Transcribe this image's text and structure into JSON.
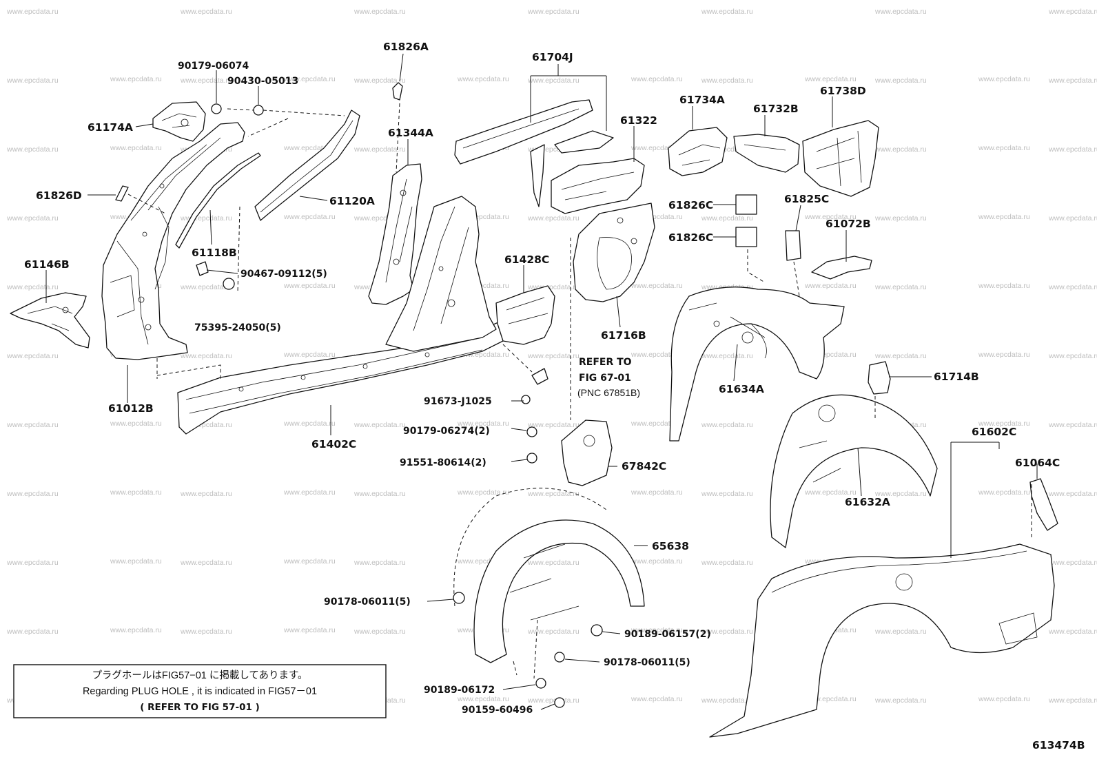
{
  "watermark": "www.epcdata.ru",
  "diagram_code": "613474B",
  "note": {
    "line1": "プラグホールはFIG57−01 に掲載してあります。",
    "line2": "Regarding  PLUG  HOLE  ,  it  is  indicated  in  FIG57－01",
    "line3": "(   REFER  TO  FIG  57-01  )"
  },
  "refer": {
    "line1": "REFER  TO",
    "line2": "FIG  67-01",
    "line3": "(PNC 67851B)"
  },
  "labels": [
    "90179-06074",
    "90430-05013",
    "61174A",
    "61826D",
    "61146B",
    "61118B",
    "61120A",
    "90467-09112(5)",
    "75395-24050(5)",
    "61012B",
    "61826A",
    "61344A",
    "61402C",
    "61704J",
    "61322",
    "61428C",
    "61716B",
    "91673-J1025",
    "90179-06274(2)",
    "91551-80614(2)",
    "67842C",
    "61734A",
    "61732B",
    "61738D",
    "61826C",
    "61826C",
    "61825C",
    "61072B",
    "61634A",
    "61714B",
    "61632A",
    "61602C",
    "61064C",
    "65638",
    "90178-06011(5)",
    "90189-06157(2)",
    "90178-06011(5)",
    "90189-06172",
    "90159-60496"
  ]
}
